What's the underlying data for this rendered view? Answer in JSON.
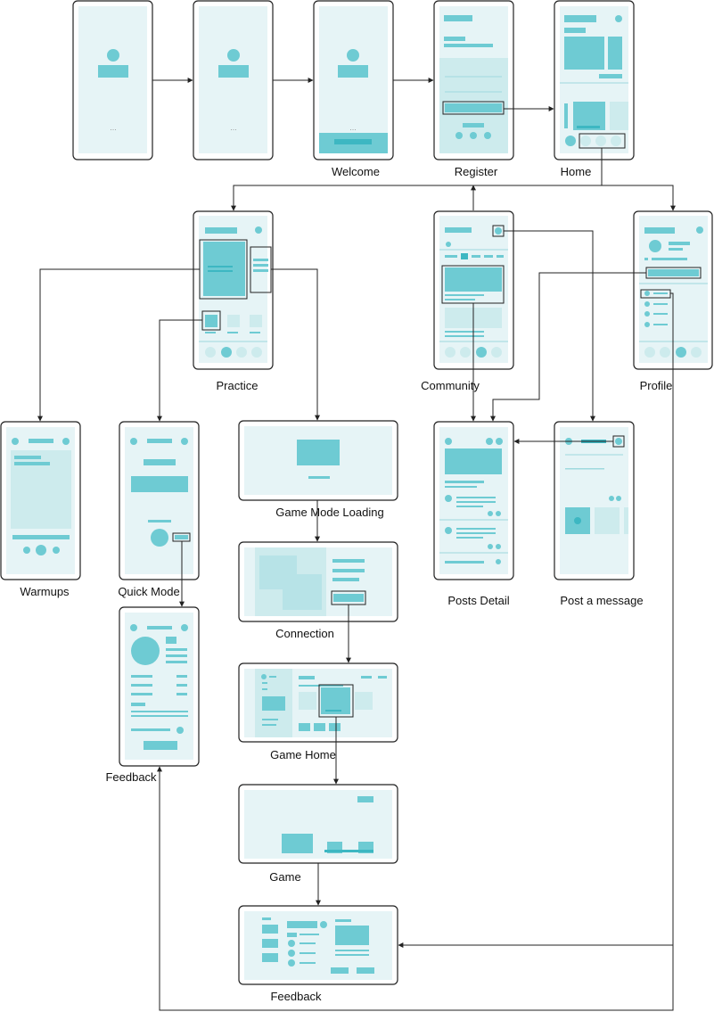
{
  "labels": {
    "welcome": "Welcome",
    "register": "Register",
    "home": "Home",
    "practice": "Practice",
    "community": "Community",
    "profile": "Profile",
    "warmups": "Warmups",
    "quick_mode": "Quick Mode",
    "feedback_mobile": "Feedback",
    "game_mode_loading": "Game Mode Loading",
    "connection": "Connection",
    "game_home": "Game Home",
    "game": "Game",
    "feedback_desktop": "Feedback",
    "posts_detail": "Posts Detail",
    "post_a_message": "Post a message"
  },
  "splash_dots": "...",
  "colors": {
    "screen_bg": "#e6f4f6",
    "accent": "#6ecbd3",
    "accent_dark": "#3db7c2",
    "light_block": "#cdebed",
    "frame": "#222222",
    "connector": "#222222"
  }
}
